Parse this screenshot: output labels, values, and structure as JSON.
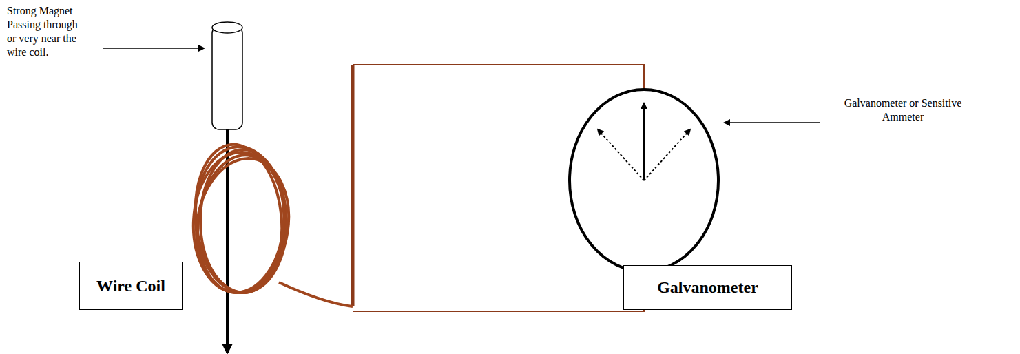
{
  "diagram": {
    "nodes": [
      {
        "text": [
          "Wire Coil"
        ]
      },
      {
        "text": [
          "Galvanometer"
        ]
      }
    ],
    "labels": [
      "Strong Magnet Passing through or very near the wire coil.",
      "Galvanometer or Sensitive Ammeter"
    ]
  }
}
